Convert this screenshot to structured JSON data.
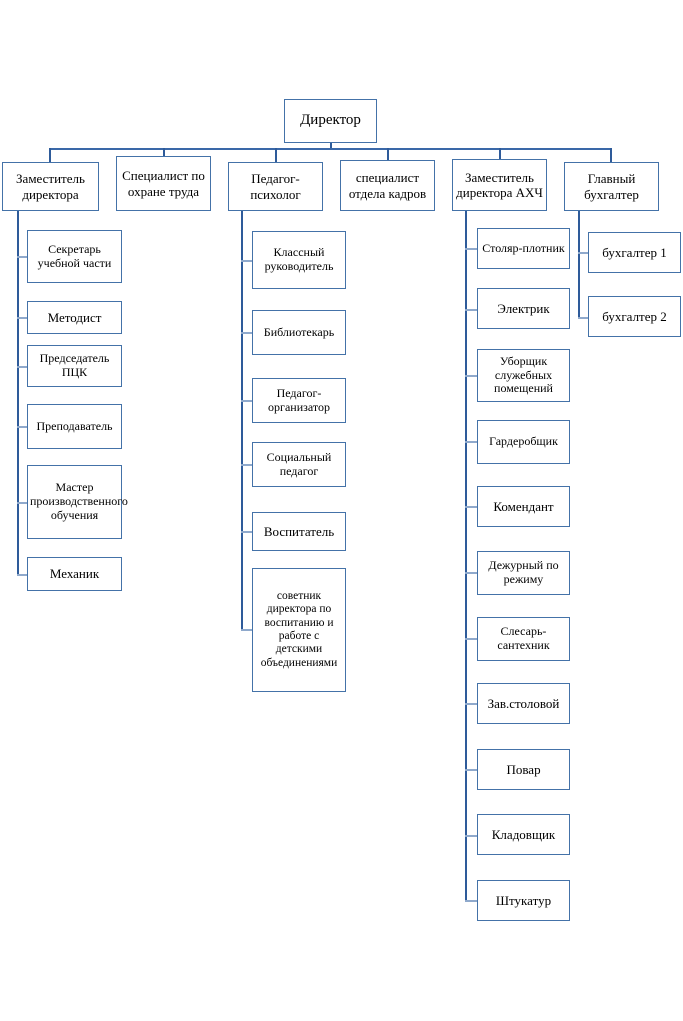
{
  "diagram": {
    "title_node": "Директор",
    "type": "organizational-chart",
    "colors": {
      "border": "#4472a8",
      "connector": "#2e5b9a",
      "connector_stub": "#8fa9cc",
      "background": "#ffffff",
      "text": "#000000"
    },
    "root": {
      "label": "Директор"
    },
    "branches": [
      {
        "id": "deputy-director",
        "label": "Заместитель директора",
        "children": [
          {
            "label": "Секретарь учебной части"
          },
          {
            "label": "Методист"
          },
          {
            "label": "Председатель ПЦК"
          },
          {
            "label": "Преподаватель"
          },
          {
            "label": "Мастер производственного обучения"
          },
          {
            "label": "Механик"
          }
        ]
      },
      {
        "id": "labor-safety-specialist",
        "label": "Специалист по охране труда",
        "children": []
      },
      {
        "id": "educational-psychologist",
        "label": "Педагог-психолог",
        "children": [
          {
            "label": "Классный руководитель"
          },
          {
            "label": "Библиотекарь"
          },
          {
            "label": "Педагог-организатор"
          },
          {
            "label": "Социальный педагог"
          },
          {
            "label": "Воспитатель"
          },
          {
            "label": "советник директора по воспитанию и работе с детскими объединениями"
          }
        ]
      },
      {
        "id": "hr-department-specialist",
        "label": "специалист отдела кадров",
        "children": []
      },
      {
        "id": "deputy-director-ahch",
        "label": "Заместитель директора АХЧ",
        "children": [
          {
            "label": "Столяр-плотник"
          },
          {
            "label": "Электрик"
          },
          {
            "label": "Уборщик служебных помещений"
          },
          {
            "label": "Гардеробщик"
          },
          {
            "label": "Комендант"
          },
          {
            "label": "Дежурный по режиму"
          },
          {
            "label": "Слесарь-сантехник"
          },
          {
            "label": "Зав.столовой"
          },
          {
            "label": "Повар"
          },
          {
            "label": "Кладовщик"
          },
          {
            "label": "Штукатур"
          }
        ]
      },
      {
        "id": "chief-accountant",
        "label": "Главный бухгалтер",
        "children": [
          {
            "label": "бухгалтер 1"
          },
          {
            "label": "бухгалтер 2"
          }
        ]
      }
    ]
  }
}
